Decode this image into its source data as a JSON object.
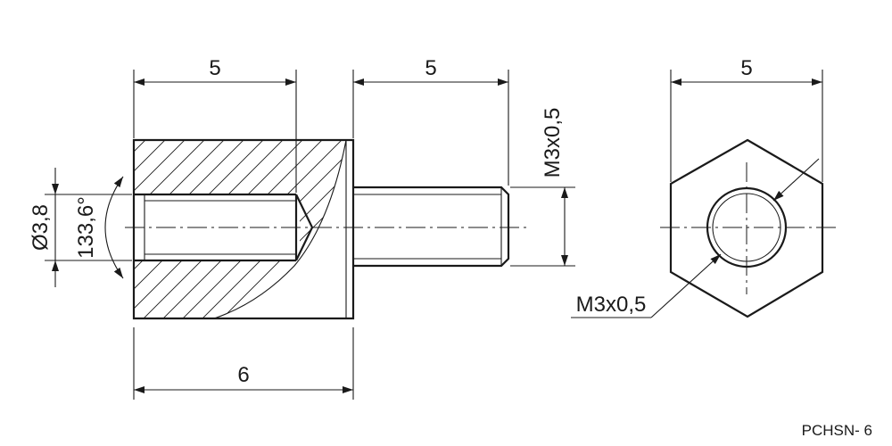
{
  "drawing": {
    "part_code": "PCHSN- 6",
    "side_view": {
      "body_length": "5",
      "thread_length": "5",
      "overall_length": "6",
      "hole_diameter": "Ø3,8",
      "hex_width": "133,6°",
      "thread_spec": "M3x0,5"
    },
    "end_view": {
      "hex_across_flats": "5",
      "thread_spec": "M3x0,5"
    }
  }
}
